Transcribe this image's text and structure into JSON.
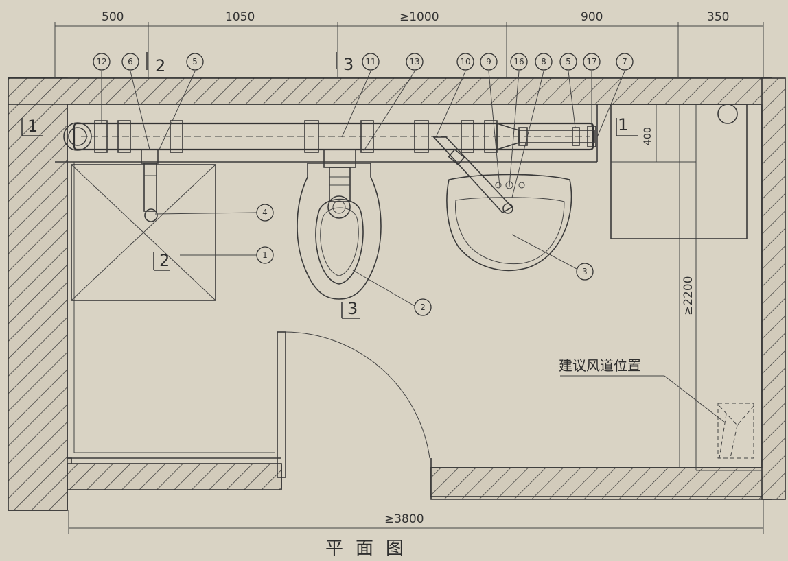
{
  "title": "平面图",
  "note": "建议风道位置",
  "dimensions_top": [
    "500",
    "1050",
    "≥1000",
    "900",
    "350"
  ],
  "dimension_bottom": "≥3800",
  "dimension_side": "≥2200",
  "dimension_small": "400",
  "section_marks": [
    "1",
    "1",
    "2",
    "2",
    "3",
    "3"
  ],
  "balloons_top": [
    "12",
    "6",
    "5",
    "11",
    "13",
    "10",
    "9",
    "16",
    "8",
    "5",
    "17",
    "7"
  ],
  "balloons_side": [
    "4",
    "1",
    "2",
    "3"
  ],
  "colors": {
    "paper": "#d9d3c4",
    "ink": "#333333",
    "wall_fill": "#d2cbbb"
  }
}
